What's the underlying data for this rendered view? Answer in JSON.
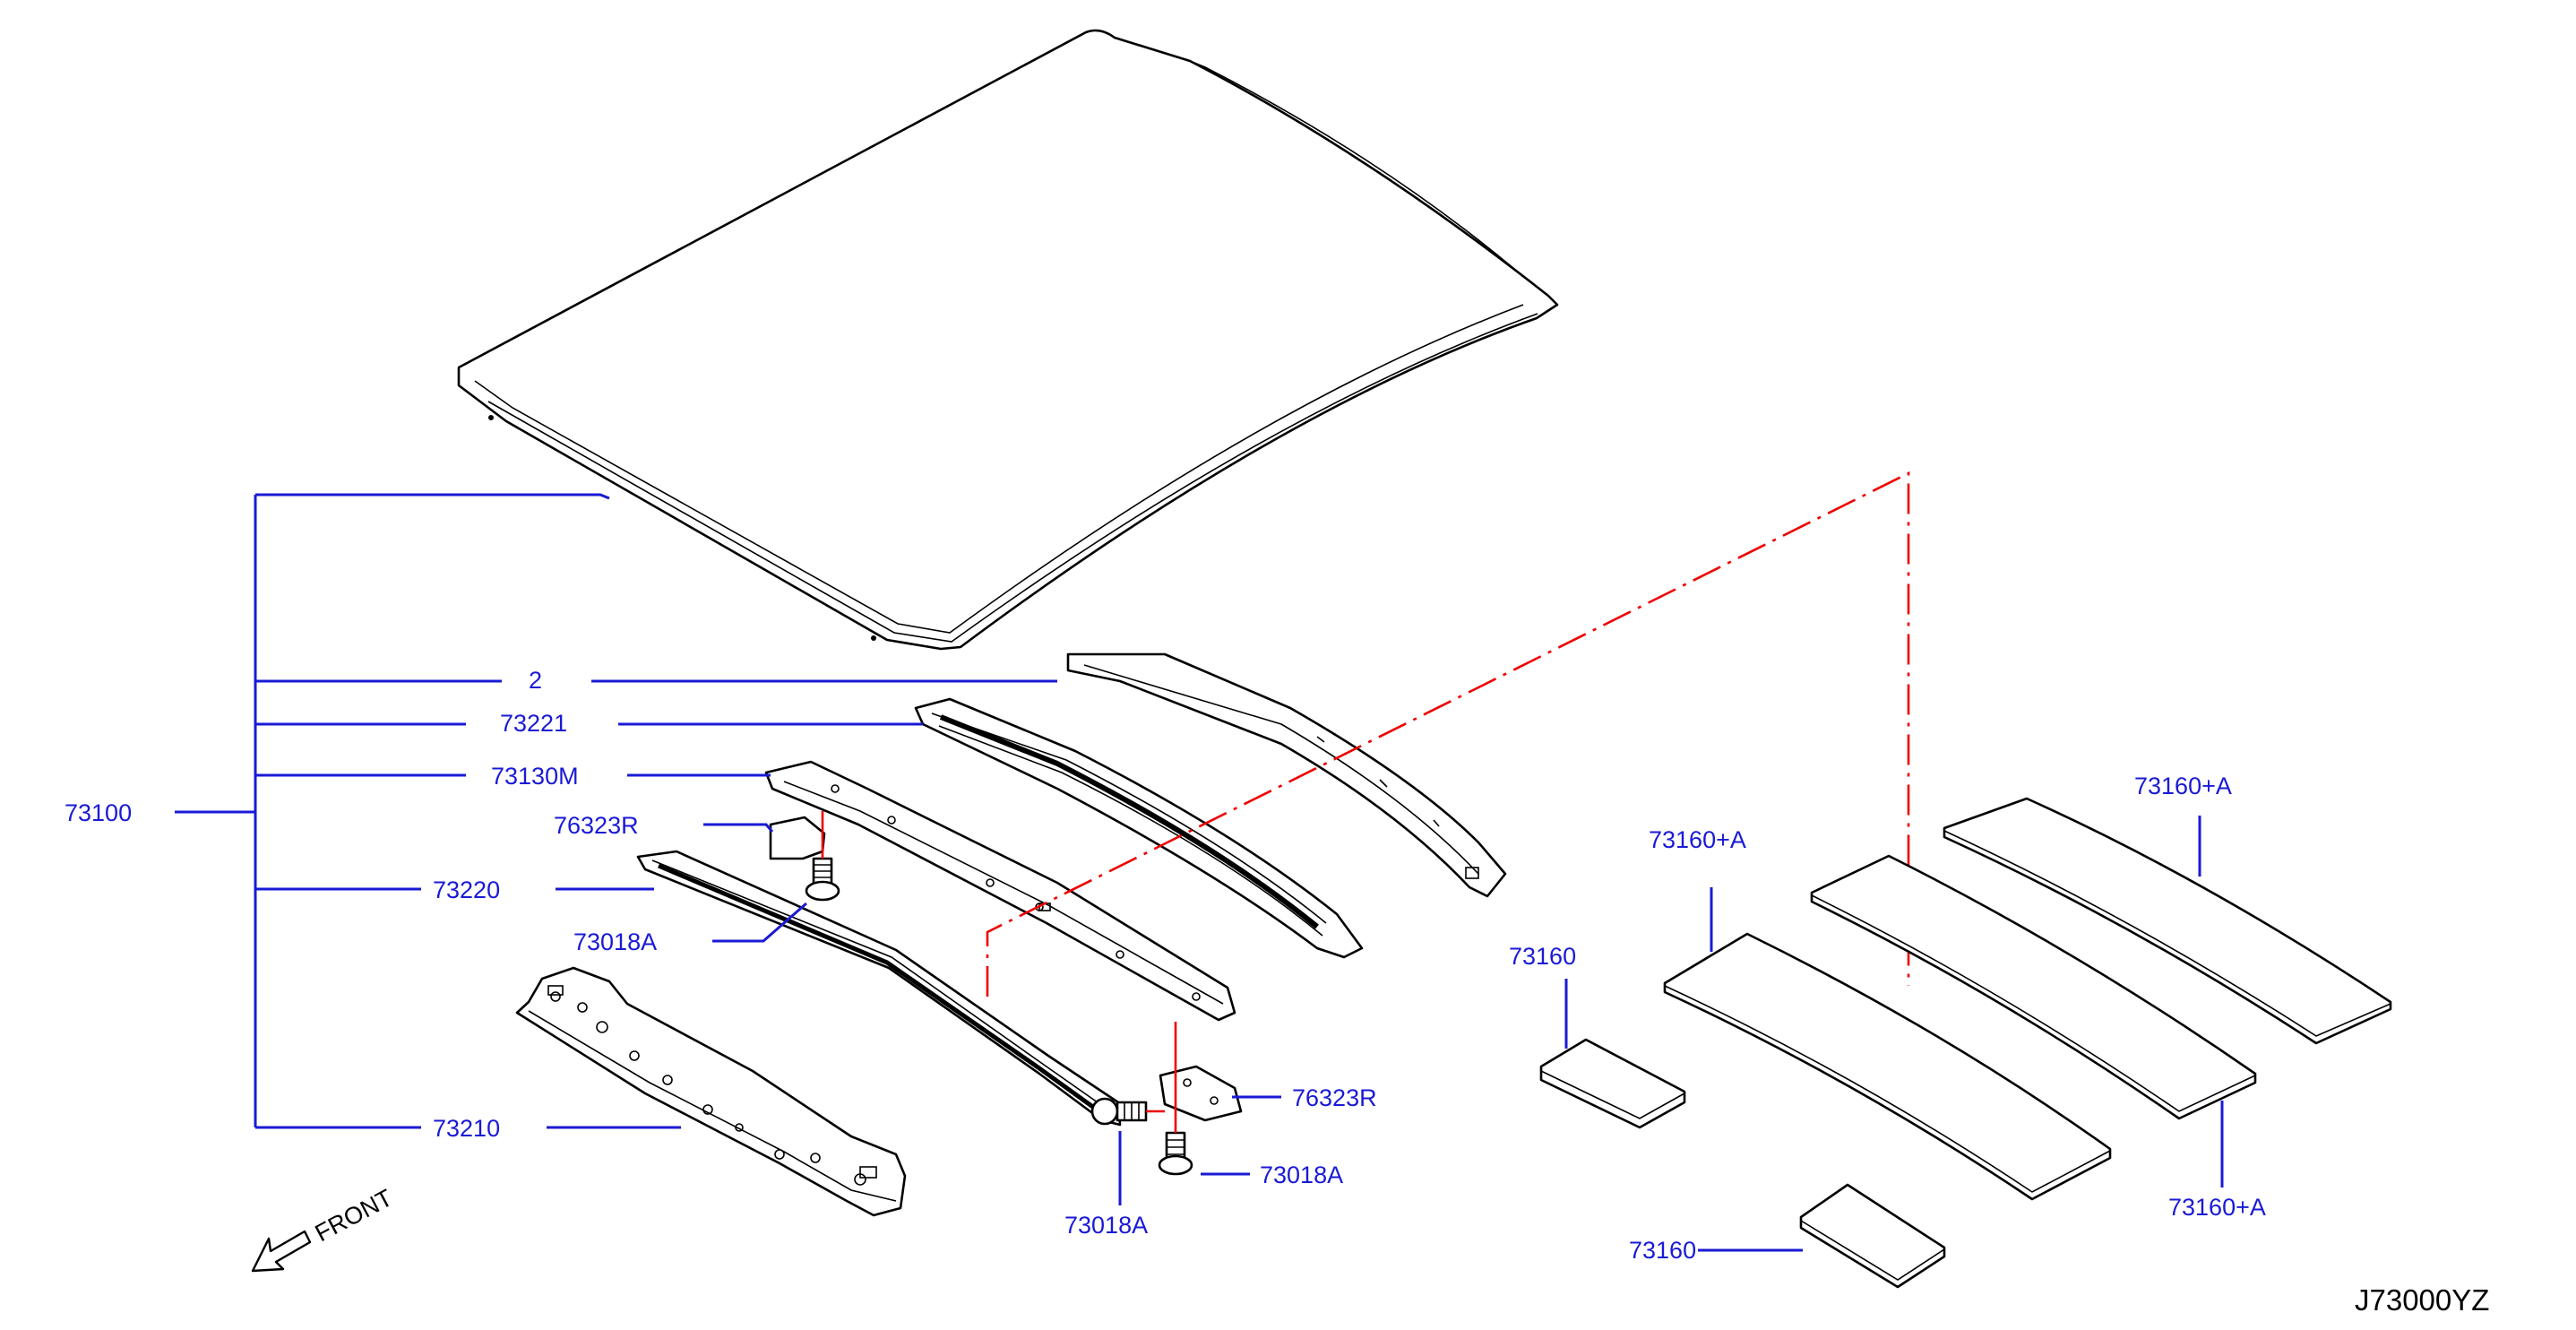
{
  "labels": {
    "roof_assembly": "73100",
    "rail_upper_partial": "2",
    "rail_upper_right": "73221",
    "center_bow": "73130M",
    "bracket_upper": "76323R",
    "rail_left": "73220",
    "bolt_left": "73018A",
    "front_rail": "73210",
    "bracket_lower": "76323R",
    "bolt_lower_right": "73018A",
    "bolt_lower": "73018A",
    "pad_small_top": "73160",
    "pad_small_bottom": "73160",
    "pad_long_1": "73160+A",
    "pad_long_2": "73160+A",
    "pad_long_3": "73160+A"
  },
  "front_indicator": "FRONT",
  "diagram_code": "J73000YZ"
}
